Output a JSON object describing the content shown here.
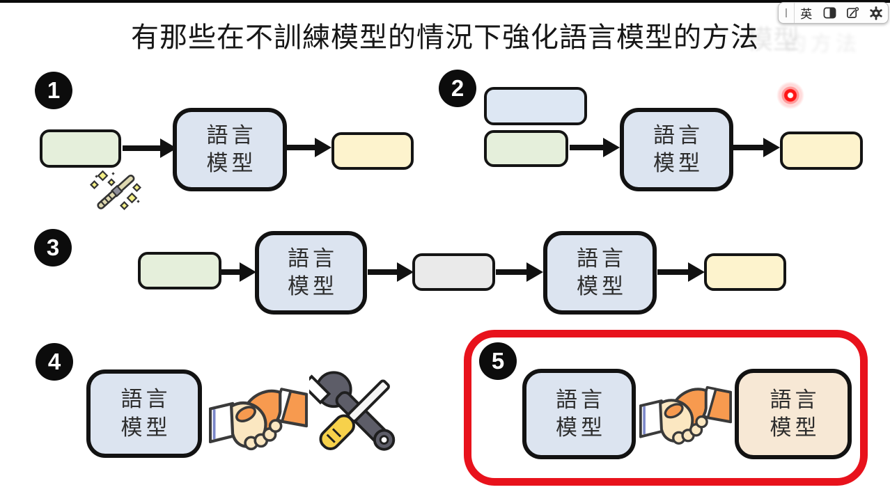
{
  "slide": {
    "title": "有那些在不訓練模型的情況下強化語言模型的方法",
    "ghost_fragments": [
      "模型",
      "的方法"
    ]
  },
  "lm_box": {
    "line1": "語言",
    "line2": "模型"
  },
  "steps": [
    "1",
    "2",
    "3",
    "4",
    "5"
  ],
  "ime_toolbar": {
    "handle": "丨",
    "language_label": "英",
    "icons": [
      "fullwidth-toggle-icon",
      "ime-pad-icon",
      "settings-gear-icon"
    ]
  },
  "colors": {
    "lm_box_blue": "#dce4f0",
    "input_green": "#e5efdb",
    "output_yellow": "#fdf3cd",
    "context_blue": "#dde7f3",
    "middle_gray": "#eaeaea",
    "lm_box_tan": "#f7e8d5",
    "highlight_red": "#e8121c",
    "laser_red": "#ff1616",
    "badge_black": "#0c0c0c"
  }
}
